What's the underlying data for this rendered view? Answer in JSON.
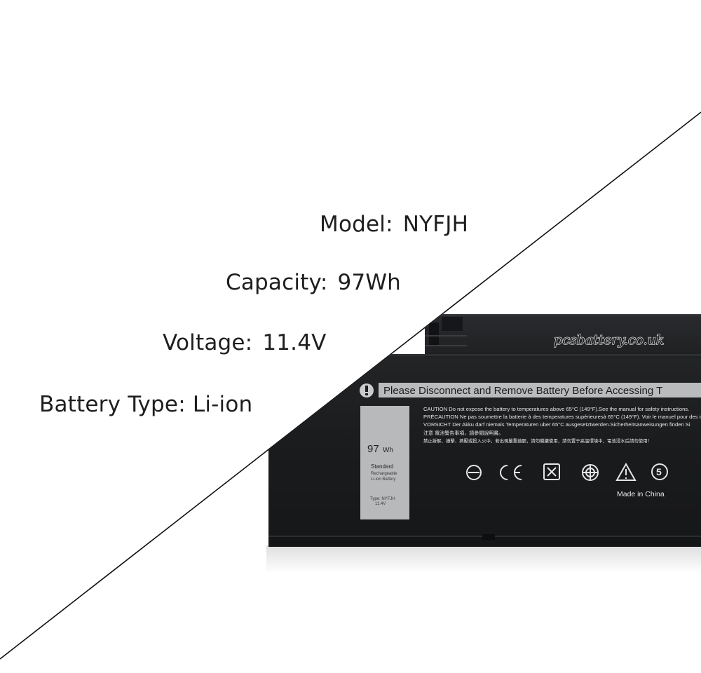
{
  "specs": {
    "model": {
      "label": "Model:",
      "value": "NYFJH"
    },
    "capacity": {
      "label": "Capacity:",
      "value": "97Wh"
    },
    "voltage": {
      "label": "Voltage:",
      "value": "11.4V"
    },
    "battery_type": {
      "label": "Battery Type:",
      "value": "Li-ion"
    }
  },
  "battery": {
    "watermark": "pcsbattery.co.uk",
    "banner": "Please Disconnect and Remove Battery Before Accessing T",
    "caution_lines": [
      "CAUTION Do not expose the battery to temperatures above 65°C (149°F).See the manual for safety instructions.",
      "PRÉCAUTION Ne pas soumettre la batterie à des temperatures supérieuresà 65°C (149°F). Voir le manuel pour des ins",
      "VORSICHT Der Akku darf niemals  Temperaturen uber 65°C  ausgesetztwerden.Sicherheitsanweisungen finden Si",
      "注意  電池警告事項，請參閱說明書。",
      "禁止拆解、撞擊、擠壓或投入火中，若出現嚴重鼓脹，請勿繼續使用，請勿置于高溫環境中，電池浸水后請勿使用！"
    ],
    "made_in": "Made in China",
    "label_card": {
      "capacity_number": "97",
      "capacity_unit": "Wh",
      "line1": "Standard",
      "line2": "Rechargeable",
      "line3": "Li-ion Battery",
      "type_line": "Type: NYFJH",
      "voltage_line": "11.4V"
    },
    "colors": {
      "body": "#1b1c1e",
      "banner": "#b9bbbd",
      "label": "#b7b9bb",
      "print": "#e6e6e6"
    }
  }
}
